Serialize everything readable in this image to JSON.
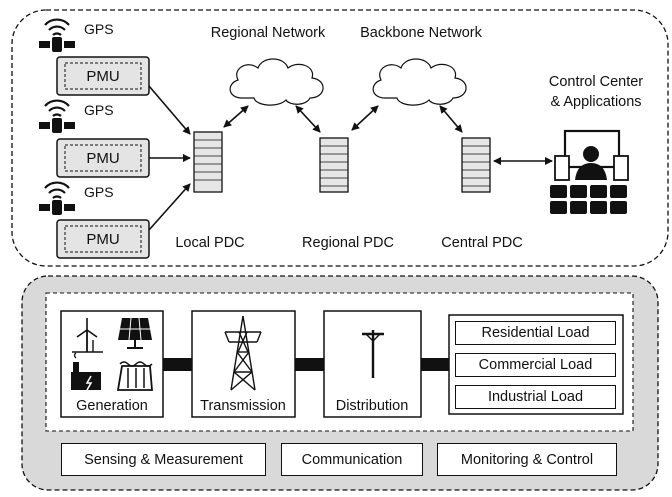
{
  "top_section": {
    "gps_label": "GPS",
    "pmu_label": "PMU",
    "regional_network": "Regional Network",
    "backbone_network": "Backbone Network",
    "control_center_line1": "Control Center",
    "control_center_line2": "& Applications",
    "local_pdc": "Local PDC",
    "regional_pdc": "Regional PDC",
    "central_pdc": "Central PDC"
  },
  "grid_section": {
    "generation": "Generation",
    "transmission": "Transmission",
    "distribution": "Distribution",
    "loads": [
      "Residential Load",
      "Commercial Load",
      "Industrial Load"
    ]
  },
  "bottom_boxes": [
    "Sensing & Measurement",
    "Communication",
    "Monitoring & Control"
  ],
  "colors": {
    "panel_bg": "#d9d9d9",
    "pdc_fill": "#e6e6e6",
    "pmu_fill": "#e4e4e4",
    "line": "#111111"
  }
}
